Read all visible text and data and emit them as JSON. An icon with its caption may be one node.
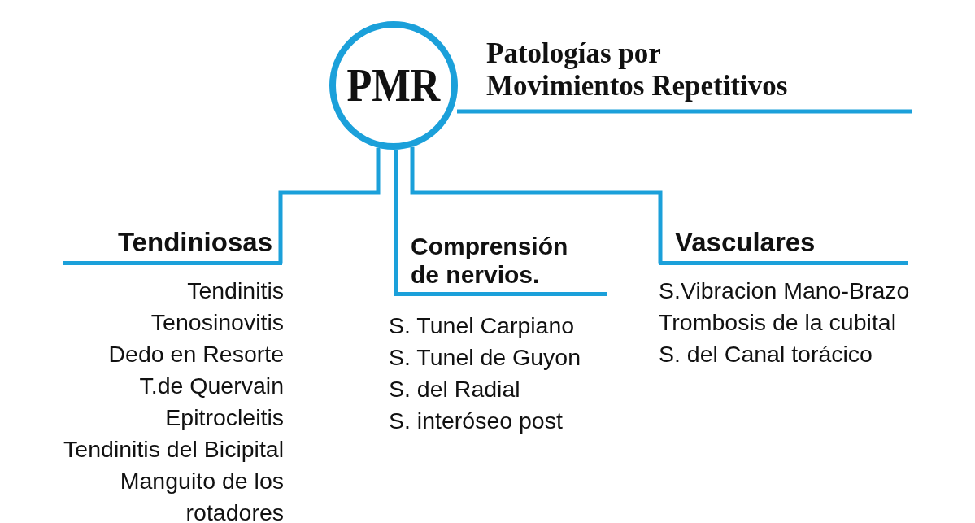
{
  "diagram": {
    "nodes": [
      {
        "text": [
          "PMR",
          "Patologías por Movimientos Repetitivos"
        ]
      },
      {
        "text": [
          "Tendiniosas"
        ]
      },
      {
        "text": [
          "Comprensión de nervios."
        ]
      },
      {
        "text": [
          "Vasculares"
        ]
      }
    ],
    "edges": [
      {
        "from": 0,
        "to": 1,
        "arrow": "none"
      },
      {
        "from": 0,
        "to": 2,
        "arrow": "none"
      },
      {
        "from": 0,
        "to": 3,
        "arrow": "none"
      }
    ],
    "labels": [
      "Tendinitis",
      "Tenosinovitis",
      "Dedo en Resorte",
      "T.de Quervain",
      "Epitrocleitis",
      "Tendinitis del Bicipital",
      "Manguito de los rotadores",
      "S. Tunel Carpiano",
      "S. Tunel de Guyon",
      "S. del Radial",
      "S. interóseo post",
      "S.Vibracion Mano-Brazo",
      "Trombosis de la cubital",
      "S. del Canal torácico"
    ]
  }
}
